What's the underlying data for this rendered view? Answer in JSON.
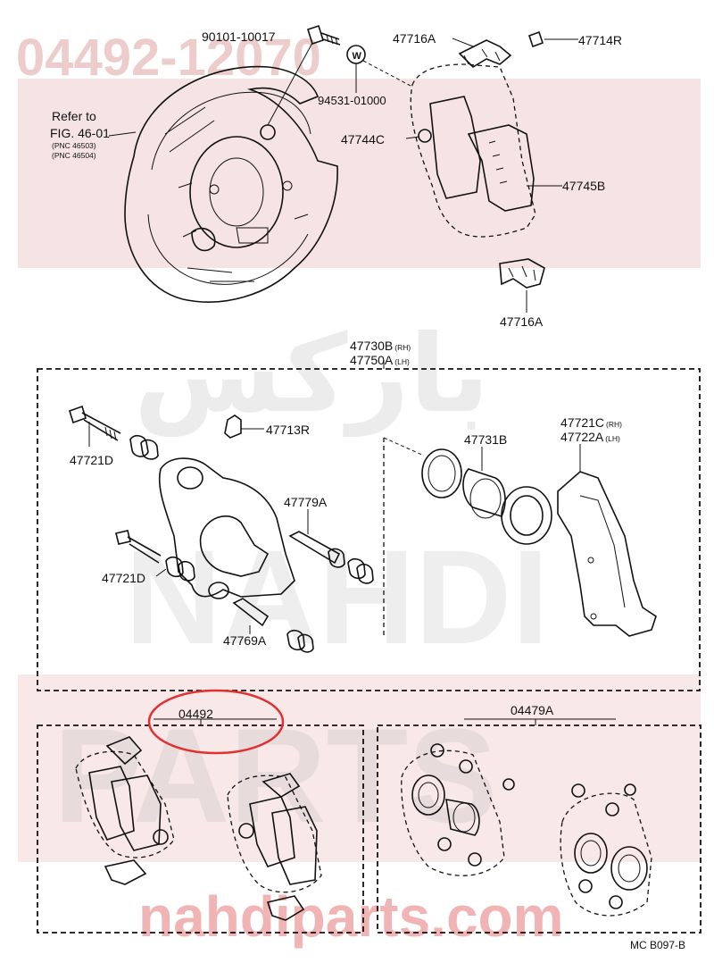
{
  "watermark": {
    "part_number": "04492-12070",
    "site": "nahdiparts.com",
    "brand_top": "NAHDI",
    "brand_bottom": "PARTS",
    "arabic": "باركس"
  },
  "labels": {
    "bolt_90101": "90101-10017",
    "washer_symbol": "W",
    "washer_94531": "94531-01000",
    "clip_47716a_top": "47716A",
    "bleeder_47714r": "47714R",
    "shim_47744c": "47744C",
    "pad_47745b": "47745B",
    "clip_47716a_bottom": "47716A",
    "refer_line1": "Refer to",
    "refer_line2": "FIG. 46-01",
    "refer_pnc1": "(PNC 46503)",
    "refer_pnc2": "(PNC 46504)",
    "caliper_rh_num": "47730B",
    "caliper_rh_side": "(RH)",
    "caliper_lh_num": "47750A",
    "caliper_lh_side": "(LH)",
    "pin_47721d_top": "47721D",
    "bleeder_47713r": "47713R",
    "pin_47779a": "47779A",
    "pin_47721d_bottom": "47721D",
    "bushing_47769a": "47769A",
    "piston_47731b": "47731B",
    "mount_rh_num": "47721C",
    "mount_rh_side": "(RH)",
    "mount_lh_num": "47722A",
    "mount_lh_side": "(LH)",
    "kit_04492": "04492",
    "kit_04479a": "04479A",
    "footer_code": "MC  B097-B"
  },
  "colors": {
    "highlight_circle": "#e03030",
    "watermark_red": "#d98f8f",
    "band_red": "#e8b8b8",
    "line": "#111111"
  }
}
